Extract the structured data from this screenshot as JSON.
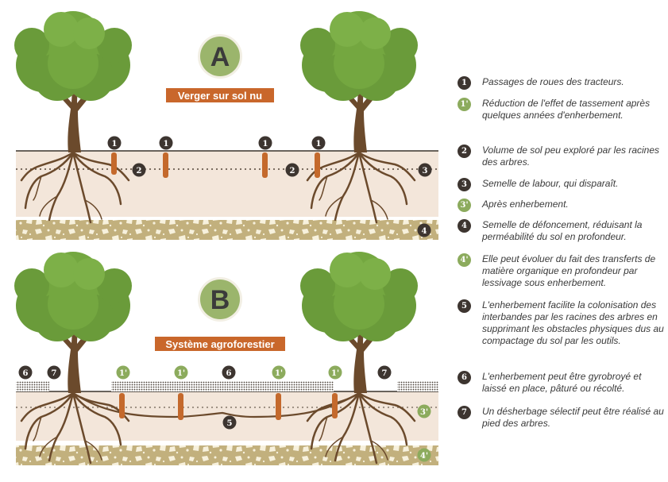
{
  "panel_a": {
    "letter": "A",
    "title": "Verger sur sol nu"
  },
  "panel_b": {
    "letter": "B",
    "title": "Système agroforestier"
  },
  "colors": {
    "tree": "#6a9b3a",
    "trunk": "#6b4a2c",
    "soil": "#f3e6da",
    "marker_dark": "#3d3530",
    "marker_green": "#8cab5d",
    "label_bg": "#c9672b"
  },
  "markers": {
    "m1": "1",
    "m1p": "1'",
    "m2": "2",
    "m3": "3",
    "m3p": "3'",
    "m4": "4",
    "m4p": "4'",
    "m5": "5",
    "m6": "6",
    "m7": "7"
  },
  "legend": [
    {
      "num": "1",
      "style": "dark",
      "text": "Passages de roues des tracteurs."
    },
    {
      "num": "1'",
      "style": "green",
      "text": "Réduction de l'effet de tassement après quelques années d'enherbement."
    },
    {
      "num": "2",
      "style": "dark",
      "text": "Volume de sol peu exploré par les racines des arbres."
    },
    {
      "num": "3",
      "style": "dark",
      "text": "Semelle de labour, qui disparaît."
    },
    {
      "num": "3'",
      "style": "green",
      "text": "Après enherbement."
    },
    {
      "num": "4",
      "style": "dark",
      "text": "Semelle de défoncement, réduisant la perméabilité du sol en profondeur."
    },
    {
      "num": "4'",
      "style": "green",
      "text": "Elle peut évoluer du fait des transferts de matière organique en profondeur par lessivage sous enherbement."
    },
    {
      "num": "5",
      "style": "dark",
      "text": "L'enherbement facilite la colonisation des interbandes par les racines des arbres en supprimant les obstacles physiques dus au compactage du sol par les outils."
    },
    {
      "num": "6",
      "style": "dark",
      "text": "L'enherbement peut être gyrobroyé et laissé en place, pâturé ou récolté."
    },
    {
      "num": "7",
      "style": "dark",
      "text": "Un désherbage sélectif peut être réalisé au pied des arbres."
    }
  ]
}
